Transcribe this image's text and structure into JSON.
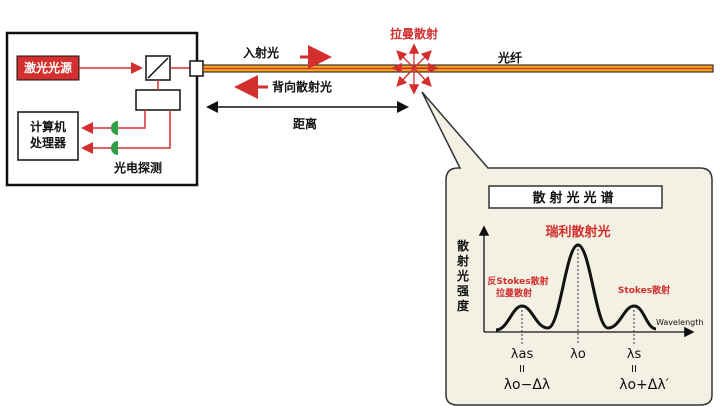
{
  "system": {
    "laser_source": "激光光源",
    "computer_line1": "计算机",
    "computer_line2": "处理器",
    "photodetector": "光电探测"
  },
  "fiber": {
    "incident_light": "入射光",
    "backscatter_light": "背向散射光",
    "distance": "距离",
    "fiber_label": "光纤",
    "raman_scatter": "拉曼散射"
  },
  "spectrum": {
    "title": "散射光光谱",
    "ylabel": [
      "散",
      "射",
      "光",
      "强",
      "度"
    ],
    "rayleigh": "瑞利散射光",
    "anti_stokes_line1": "反Stokes散射",
    "anti_stokes_line2": "拉曼散射",
    "stokes": "Stokes散射",
    "xlabel": "Wavelength",
    "lambda_as": "λas",
    "lambda_o": "λo",
    "lambda_s": "λs",
    "eq_as": "II",
    "eq_s": "II",
    "expr_as": "λo−Δλ",
    "expr_s": "λo+Δλ′"
  },
  "colors": {
    "fiber_core": "#f5a623",
    "accent_red": "#d32f2f",
    "detector_green": "#2e9e47"
  }
}
